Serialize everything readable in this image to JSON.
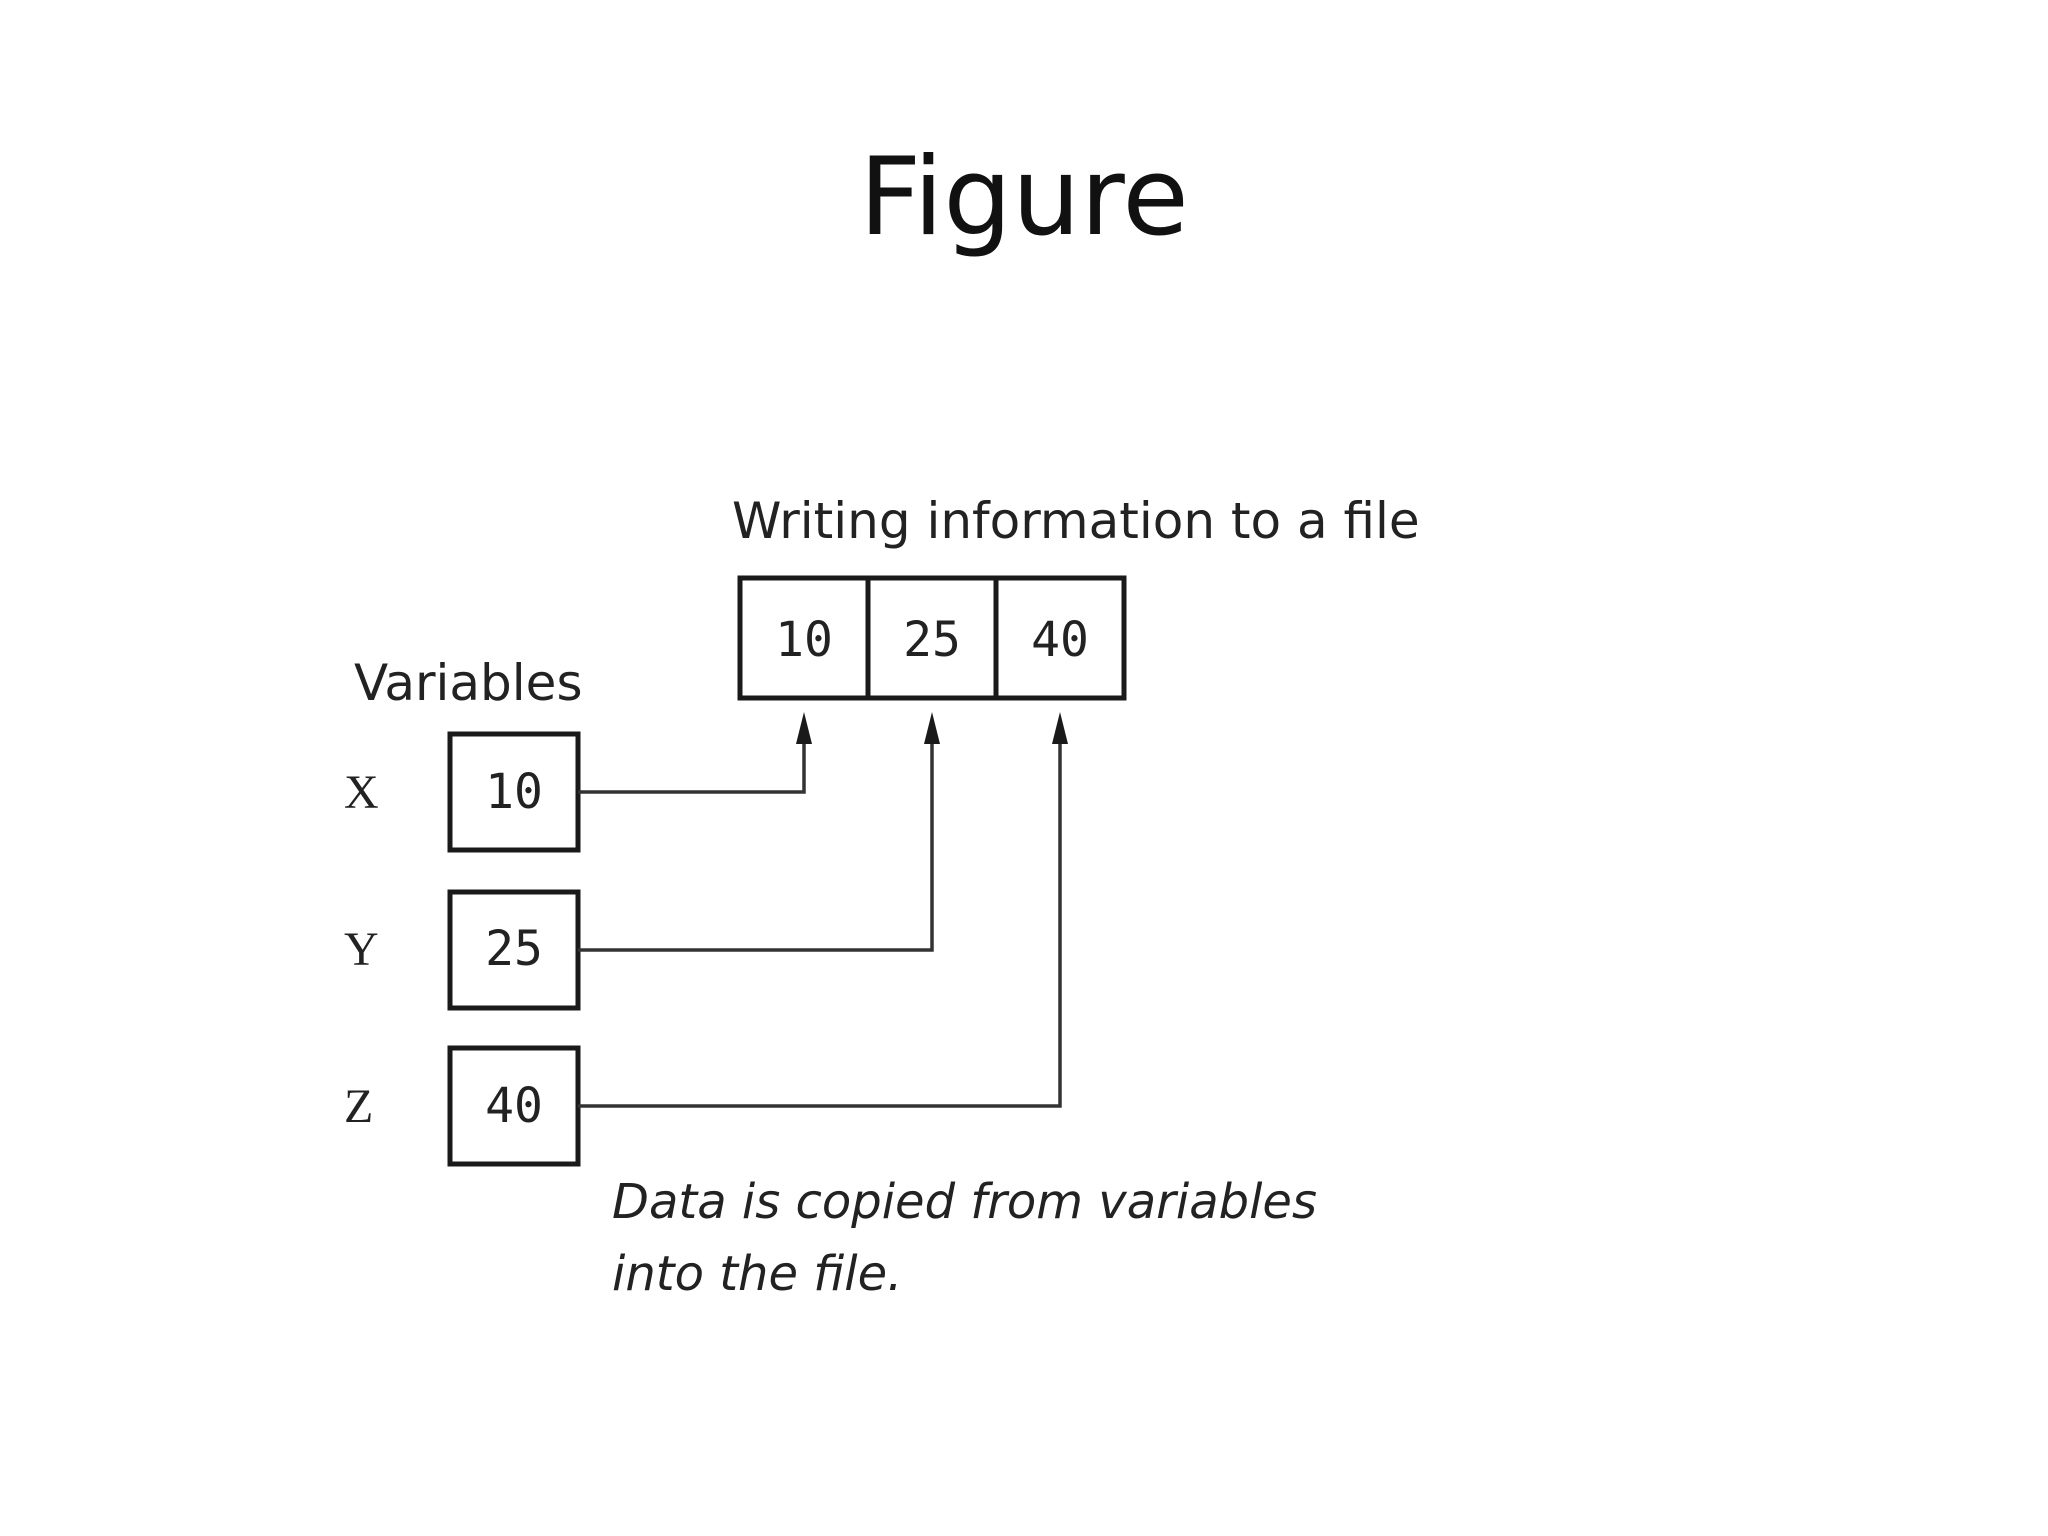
{
  "slide": {
    "title": "Figure"
  },
  "diagram": {
    "file_label": "Writing information to a file",
    "file_cells": [
      "10",
      "25",
      "40"
    ],
    "variables_label": "Variables",
    "variables": [
      {
        "name": "X",
        "value": "10"
      },
      {
        "name": "Y",
        "value": "25"
      },
      {
        "name": "Z",
        "value": "40"
      }
    ],
    "caption_line1": "Data is copied from variables",
    "caption_line2": "into the file.",
    "colors": {
      "stroke": "#1a1a1a",
      "text": "#222222",
      "background": "#ffffff"
    }
  }
}
